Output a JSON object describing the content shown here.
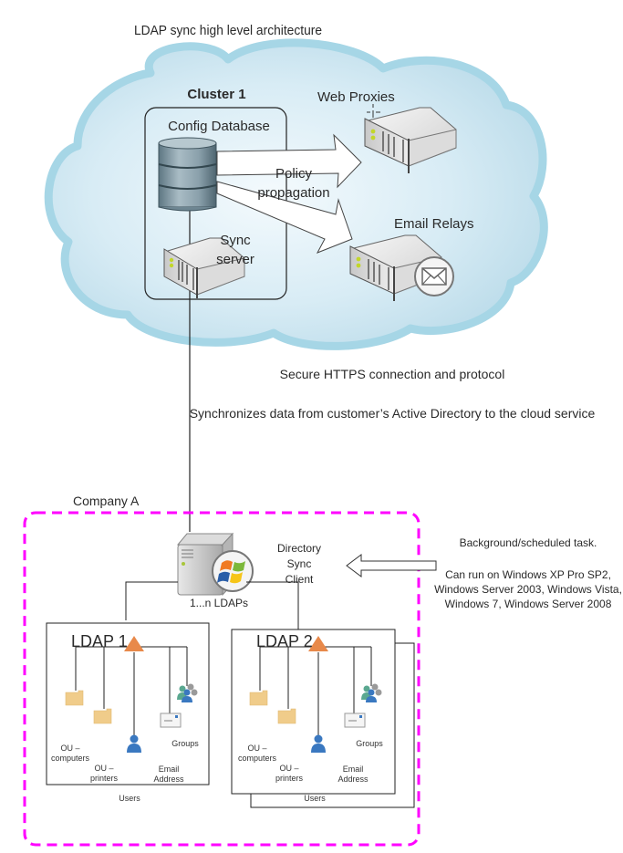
{
  "diagram": {
    "title": "LDAP sync high level architecture",
    "cloud": {
      "fill_inner": "#f2f9fc",
      "fill_outer": "#bfe0ee",
      "border": "#a8d8e6",
      "cluster": {
        "title": "Cluster 1",
        "config_db_label": "Config Database",
        "sync_server_label_line1": "Sync",
        "sync_server_label_line2": "server"
      },
      "policy_label_line1": "Policy",
      "policy_label_line2": "propagation",
      "web_proxies_label": "Web Proxies",
      "email_relays_label": "Email Relays"
    },
    "connection": {
      "https_label": "Secure HTTPS connection and protocol",
      "sync_description": "Synchronizes data from customer’s Active Directory to the cloud service"
    },
    "company": {
      "label": "Company A",
      "border_color": "#ff00ff",
      "client_label_line1": "Directory",
      "client_label_line2": "Sync",
      "client_label_line3": "Client",
      "ldaps_label": "1...n LDAPs",
      "ldaps": [
        {
          "title": "LDAP 1",
          "nodes": {
            "ou_computers": "OU – computers",
            "ou_printers": "OU – printers",
            "users": "Users",
            "email": "Email Address",
            "groups": "Groups"
          }
        },
        {
          "title": "LDAP 2",
          "nodes": {
            "ou_computers": "OU – computers",
            "ou_printers": "OU – printers",
            "users": "Users",
            "email": "Email Address",
            "groups": "Groups"
          }
        }
      ]
    },
    "side_note": {
      "task_label": "Background/scheduled task.",
      "compat_label": "Can run on Windows XP Pro SP2, Windows Server 2003, Windows Vista, Windows 7, Windows Server 2008"
    },
    "colors": {
      "triangle": "#e8894a",
      "folder": "#f0cc8a",
      "user": "#3a78c0",
      "group_teal": "#5aa890",
      "group_gray": "#9a9a9a"
    }
  }
}
